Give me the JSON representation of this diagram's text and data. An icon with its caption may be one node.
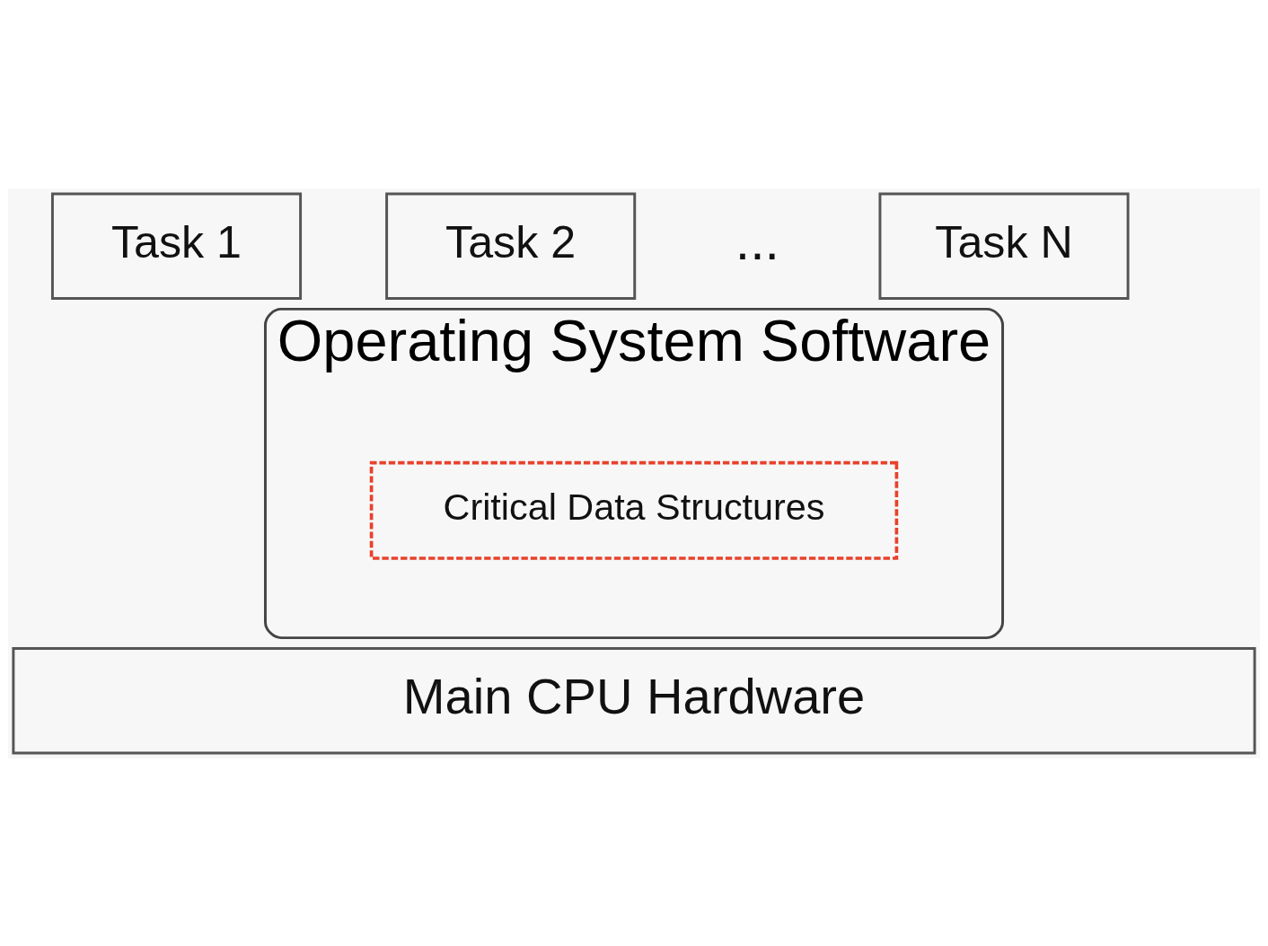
{
  "diagram": {
    "nodes": [
      {
        "text": [
          "Task 1"
        ]
      },
      {
        "text": [
          "Task 2"
        ]
      },
      {
        "text": [
          "Task N"
        ]
      },
      {
        "text": [
          "Operating System Software"
        ]
      },
      {
        "text": [
          "Critical Data Structures"
        ],
        "in": 3
      },
      {
        "text": [
          "Main CPU Hardware"
        ]
      }
    ],
    "labels": [
      "..."
    ]
  }
}
